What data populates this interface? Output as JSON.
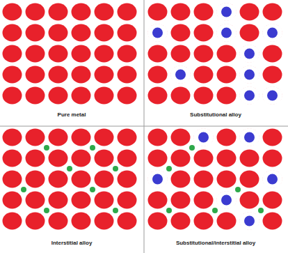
{
  "diagram": {
    "labels": [
      "Pure metal",
      "Substitutional alloy",
      "Interstitial alloy",
      "Substitutional/interstitial alloy"
    ]
  }
}
